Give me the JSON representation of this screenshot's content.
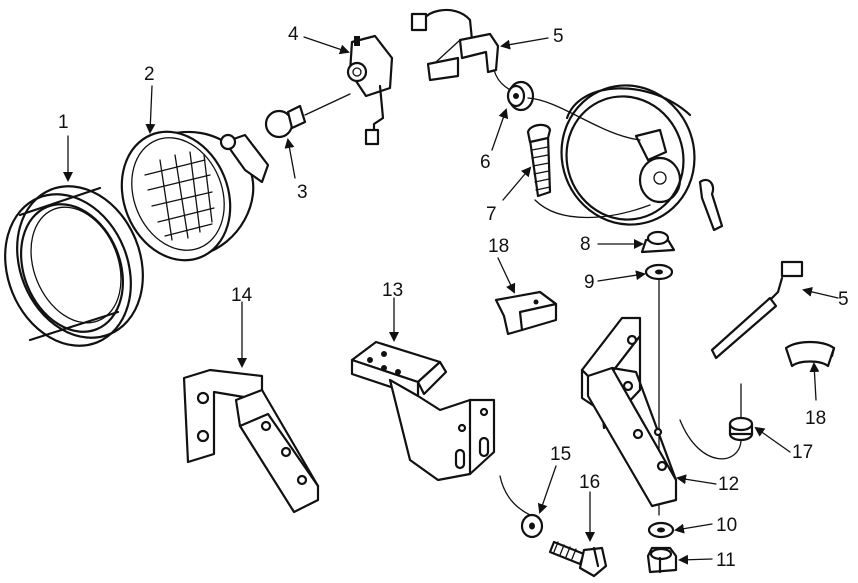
{
  "callouts": [
    {
      "id": "c1",
      "label": "1"
    },
    {
      "id": "c2",
      "label": "2"
    },
    {
      "id": "c3",
      "label": "3"
    },
    {
      "id": "c4",
      "label": "4"
    },
    {
      "id": "c5a",
      "label": "5"
    },
    {
      "id": "c5b",
      "label": "5"
    },
    {
      "id": "c6",
      "label": "6"
    },
    {
      "id": "c7",
      "label": "7"
    },
    {
      "id": "c8",
      "label": "8"
    },
    {
      "id": "c9",
      "label": "9"
    },
    {
      "id": "c10",
      "label": "10"
    },
    {
      "id": "c11",
      "label": "11"
    },
    {
      "id": "c12",
      "label": "12"
    },
    {
      "id": "c13",
      "label": "13"
    },
    {
      "id": "c14",
      "label": "14"
    },
    {
      "id": "c15",
      "label": "15"
    },
    {
      "id": "c16",
      "label": "16"
    },
    {
      "id": "c17",
      "label": "17"
    },
    {
      "id": "c18a",
      "label": "18"
    },
    {
      "id": "c18b",
      "label": "18"
    }
  ]
}
